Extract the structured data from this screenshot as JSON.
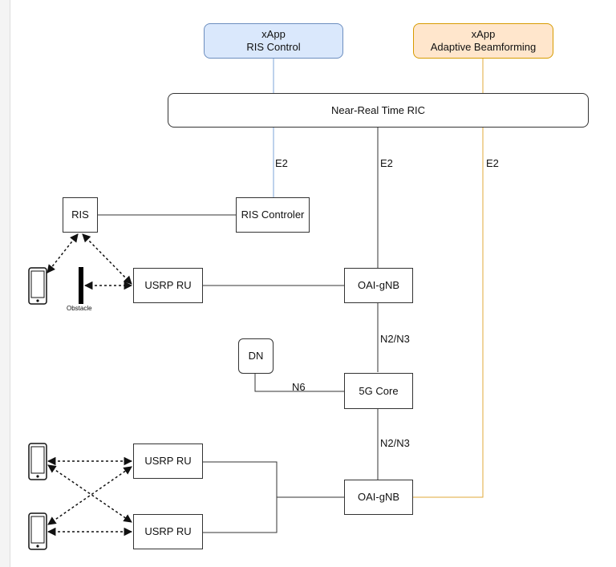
{
  "xapps": {
    "ris_control": {
      "title": "xApp",
      "subtitle": "RIS Control"
    },
    "beamforming": {
      "title": "xApp",
      "subtitle": "Adaptive Beamforming"
    }
  },
  "nodes": {
    "ric": "Near-Real Time RIC",
    "ris": "RIS",
    "ris_controller": "RIS Controler",
    "usrp_ru_top": "USRP RU",
    "oai_gnb_top": "OAI-gNB",
    "dn": "DN",
    "core_5g": "5G Core",
    "usrp_ru_mid": "USRP RU",
    "usrp_ru_bottom": "USRP RU",
    "oai_gnb_bottom": "OAI-gNB"
  },
  "links": {
    "e2_ris": "E2",
    "e2_gnb": "E2",
    "e2_beam": "E2",
    "n2n3_top": "N2/N3",
    "n2n3_bottom": "N2/N3",
    "n6": "N6"
  },
  "obstacle_label": "Obstacle",
  "colors": {
    "xapp_blue_fill": "#dae8fc",
    "xapp_blue_stroke": "#6c8ebf",
    "xapp_orange_fill": "#ffe6cc",
    "xapp_orange_stroke": "#d79b00",
    "line_blue": "#7ea6d8",
    "line_orange": "#e0a93a"
  }
}
